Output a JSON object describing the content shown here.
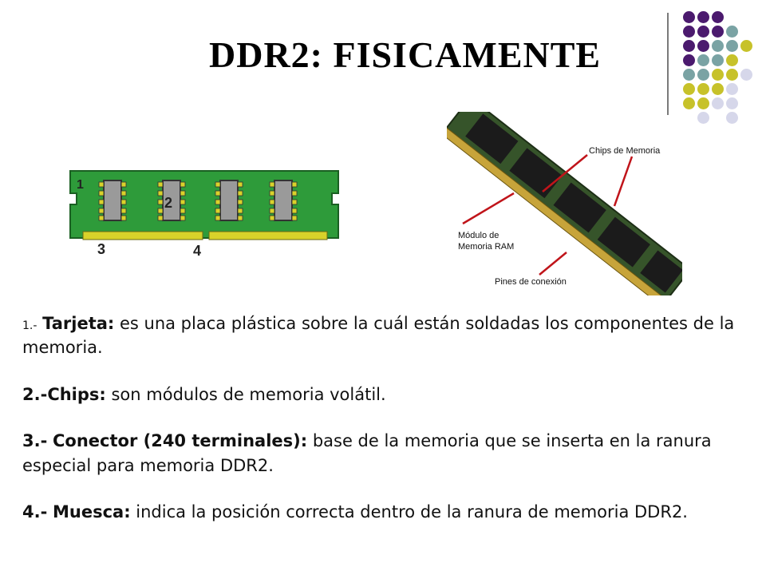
{
  "slide": {
    "title": "DDR2: FISICAMENTE",
    "accent_colors": {
      "purple": "#4b1a6e",
      "teal": "#7aa3a4",
      "olive": "#c7c22a",
      "lavender": "#d6d7ea",
      "divider": "#7a7a7a"
    }
  },
  "diagram": {
    "board_color": "#2e9b3a",
    "chip_color": "#9a9a9a",
    "pin_color": "#d9d22a",
    "labels": {
      "n1": "1",
      "n2": "2",
      "n3": "3",
      "n4": "4"
    }
  },
  "photo": {
    "callouts": {
      "chips": "Chips de Memoria",
      "modulo_line1": "Módulo de",
      "modulo_line2": "Memoria RAM",
      "pines": "Pines de conexión"
    }
  },
  "items": [
    {
      "num": "1.-",
      "label": "Tarjeta:",
      "text": " es una placa plástica sobre la cuál están soldadas los componentes de la memoria."
    },
    {
      "num": "2.-",
      "label": "Chips:",
      "text": " son módulos de memoria volátil."
    },
    {
      "num": "3.-",
      "label": "Conector (240 terminales):",
      "text": " base de la memoria que se inserta en la ranura especial para memoria DDR2."
    },
    {
      "num": "4.-",
      "label": "Muesca:",
      "text": " indica la posición correcta dentro de la ranura de memoria DDR2."
    }
  ]
}
